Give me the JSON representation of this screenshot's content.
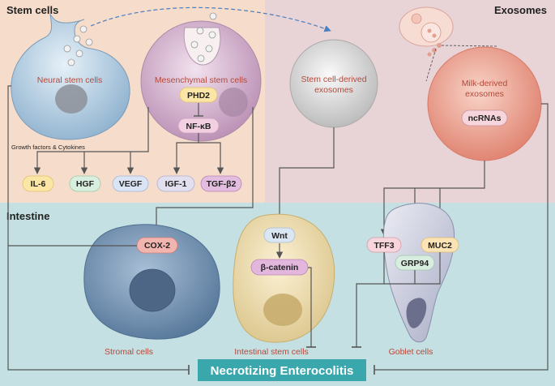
{
  "sections": {
    "stem_cells": "Stem cells",
    "exosomes": "Exosomes",
    "intestine": "Intestine"
  },
  "cells": {
    "neural": "Neural stem cells",
    "mesenchymal": "Mesenchymal stem cells",
    "stem_exo_line1": "Stem cell-derived",
    "stem_exo_line2": "exosomes",
    "milk_exo_line1": "Milk-derived",
    "milk_exo_line2": "exosomes",
    "stromal": "Stromal cells",
    "intestinal": "Intestinal stem cells",
    "goblet": "Goblet cells"
  },
  "factors_note": "Growth factors & Cytokines",
  "molecules": {
    "phd2": "PHD2",
    "nfkb": "NF-κB",
    "il6": "IL-6",
    "hgf": "HGF",
    "vegf": "VEGF",
    "igf1": "IGF-1",
    "tgfb2": "TGF-β2",
    "cox2": "COX-2",
    "wnt": "Wnt",
    "bcatenin": "β-catenin",
    "tff3": "TFF3",
    "muc2": "MUC2",
    "grp94": "GRP94",
    "ncrnas": "ncRNAs"
  },
  "outcome": "Necrotizing Enterocolitis",
  "colors": {
    "stem_bg": "#f6dccb",
    "exo_bg": "#e8d3d6",
    "intestine_bg": "#c4e0e2",
    "outcome_box": "#3aa7ad",
    "arrow": "#555555",
    "dashed_arrow": "#4a7fc1"
  }
}
